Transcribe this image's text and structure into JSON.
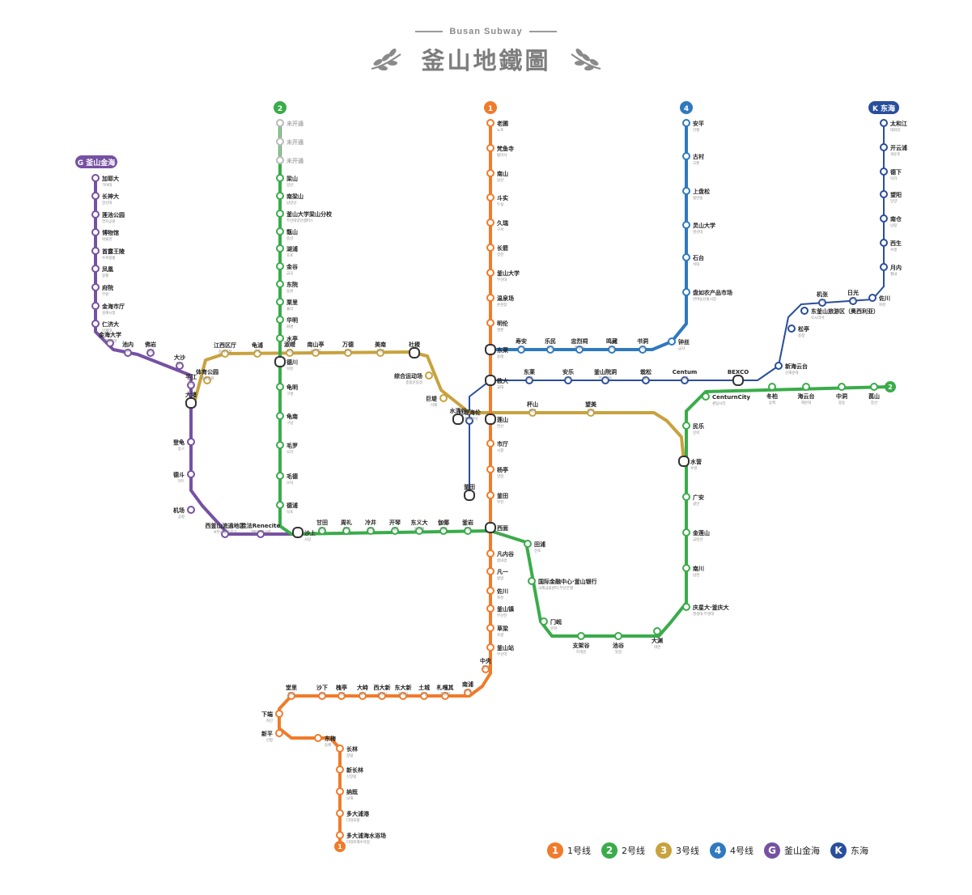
{
  "header": {
    "subtitle": "Busan Subway",
    "title": "釜山地鐵圖"
  },
  "colors": {
    "line1": "#f07b2b",
    "line2": "#3aac4a",
    "line3": "#c8a23e",
    "line4": "#2f79bf",
    "gimhae": "#7651a3",
    "donghae": "#2a4e9c",
    "unopened": "#bbbbbb"
  },
  "lines": [
    {
      "key": "line2",
      "badge": "2"
    },
    {
      "key": "line1",
      "badge": "1"
    },
    {
      "key": "line4",
      "badge": "4"
    },
    {
      "key": "donghae",
      "badge": "K 东海"
    },
    {
      "key": "gimhae",
      "badge": "G 釜山金海"
    }
  ],
  "stations": {
    "line1": [
      {
        "name": "老圃",
        "sub": "노포"
      },
      {
        "name": "梵鱼寺",
        "sub": "범어사"
      },
      {
        "name": "南山",
        "sub": "남산"
      },
      {
        "name": "斗实",
        "sub": "두실"
      },
      {
        "name": "久瑞",
        "sub": "구서"
      },
      {
        "name": "长箭",
        "sub": "장전"
      },
      {
        "name": "釜山大学",
        "sub": "부산대"
      },
      {
        "name": "温泉场",
        "sub": "온천장"
      },
      {
        "name": "明伦",
        "sub": "명륜"
      },
      {
        "name": "东莱",
        "sub": "동래"
      },
      {
        "name": "教大",
        "sub": "교대"
      },
      {
        "name": "莲山",
        "sub": "연산"
      },
      {
        "name": "市厅",
        "sub": "시청"
      },
      {
        "name": "杨亭",
        "sub": "양정"
      },
      {
        "name": "釜田",
        "sub": "부전"
      },
      {
        "name": "西面",
        "sub": "서면"
      },
      {
        "name": "凡内谷",
        "sub": "범내골"
      },
      {
        "name": "凡一",
        "sub": "범일"
      },
      {
        "name": "佐川",
        "sub": "좌천"
      },
      {
        "name": "釜山镇",
        "sub": "부산진"
      },
      {
        "name": "草梁",
        "sub": "초량"
      },
      {
        "name": "釜山站",
        "sub": "부산역"
      },
      {
        "name": "中央",
        "sub": "중앙"
      },
      {
        "name": "南浦",
        "sub": "남포"
      },
      {
        "name": "札嘎其",
        "sub": "자갈치"
      },
      {
        "name": "土城",
        "sub": "토성"
      },
      {
        "name": "东大新",
        "sub": "동대신"
      },
      {
        "name": "西大新",
        "sub": "서대신"
      },
      {
        "name": "大峙",
        "sub": "대티"
      },
      {
        "name": "槐亭",
        "sub": "괴정"
      },
      {
        "name": "沙下",
        "sub": "사하"
      },
      {
        "name": "堂里",
        "sub": "당리"
      },
      {
        "name": "下端",
        "sub": "하단"
      },
      {
        "name": "新平",
        "sub": "신평"
      },
      {
        "name": "东梅",
        "sub": "동매"
      },
      {
        "name": "长林",
        "sub": "장림"
      },
      {
        "name": "新长林",
        "sub": "신장림"
      },
      {
        "name": "纳既",
        "sub": "낫개"
      },
      {
        "name": "多大浦港",
        "sub": "다대포항"
      },
      {
        "name": "多大浦海水浴场",
        "sub": "다대포해수욕장"
      }
    ],
    "line2": [
      {
        "name": "未开通",
        "sub": ""
      },
      {
        "name": "未开通",
        "sub": ""
      },
      {
        "name": "未开通",
        "sub": ""
      },
      {
        "name": "梁山",
        "sub": "양산"
      },
      {
        "name": "南梁山",
        "sub": "남양산"
      },
      {
        "name": "釜山大学梁山分校",
        "sub": "부산대양산캠퍼스"
      },
      {
        "name": "甑山",
        "sub": "증산"
      },
      {
        "name": "湖浦",
        "sub": "호포"
      },
      {
        "name": "金谷",
        "sub": "금곡"
      },
      {
        "name": "东院",
        "sub": "동원"
      },
      {
        "name": "栗里",
        "sub": "율리"
      },
      {
        "name": "华明",
        "sub": "화명"
      },
      {
        "name": "水亭",
        "sub": "수정"
      },
      {
        "name": "德川",
        "sub": "덕천"
      },
      {
        "name": "龟明",
        "sub": "구명"
      },
      {
        "name": "龟南",
        "sub": "구남"
      },
      {
        "name": "毛罗",
        "sub": "모라"
      },
      {
        "name": "毛德",
        "sub": "모덕"
      },
      {
        "name": "德浦",
        "sub": "덕포"
      },
      {
        "name": "沙上",
        "sub": "사상"
      },
      {
        "name": "甘田",
        "sub": "감전"
      },
      {
        "name": "周礼",
        "sub": "주례"
      },
      {
        "name": "冷井",
        "sub": "냉정"
      },
      {
        "name": "开琴",
        "sub": "개금"
      },
      {
        "name": "东义大",
        "sub": "동의대"
      },
      {
        "name": "伽倻",
        "sub": "가야"
      },
      {
        "name": "釜岩",
        "sub": "부암"
      },
      {
        "name": "田浦",
        "sub": "전포"
      },
      {
        "name": "国际金融中心·釜山银行",
        "sub": "국제금융센터·부산은행"
      },
      {
        "name": "门岘",
        "sub": "문현"
      },
      {
        "name": "支架谷",
        "sub": "지게골"
      },
      {
        "name": "池谷",
        "sub": "못골"
      },
      {
        "name": "大渊",
        "sub": "대연"
      },
      {
        "name": "庆星大·釜庆大",
        "sub": "경성대·부경대"
      },
      {
        "name": "南川",
        "sub": "남천"
      },
      {
        "name": "金莲山",
        "sub": "금련산"
      },
      {
        "name": "广安",
        "sub": "광안"
      },
      {
        "name": "水营",
        "sub": "수영"
      },
      {
        "name": "民乐",
        "sub": "민락"
      },
      {
        "name": "CenturnCity",
        "sub": "센텀시티"
      },
      {
        "name": "冬柏",
        "sub": "동백"
      },
      {
        "name": "海云台",
        "sub": "해운대"
      },
      {
        "name": "中洞",
        "sub": "중동"
      },
      {
        "name": "萇山",
        "sub": "장산"
      }
    ],
    "line3": [
      {
        "name": "江西区厅",
        "sub": "강서구청"
      },
      {
        "name": "体育公园",
        "sub": "체육공원"
      },
      {
        "name": "龟浦",
        "sub": "구포"
      },
      {
        "name": "淑嶝",
        "sub": "숙등"
      },
      {
        "name": "南山亭",
        "sub": "남산정"
      },
      {
        "name": "万德",
        "sub": "만덕"
      },
      {
        "name": "美南",
        "sub": "미남"
      },
      {
        "name": "社稷",
        "sub": "사직"
      },
      {
        "name": "综合运动场",
        "sub": "종합운동장"
      },
      {
        "name": "巨堤",
        "sub": "거제"
      },
      {
        "name": "水清谷",
        "sub": "물만골"
      },
      {
        "name": "杯山",
        "sub": "배산"
      },
      {
        "name": "望美",
        "sub": "망미"
      }
    ],
    "line4": [
      {
        "name": "安平",
        "sub": "안평"
      },
      {
        "name": "古村",
        "sub": "고촌"
      },
      {
        "name": "上盘松",
        "sub": "윗반송"
      },
      {
        "name": "灵山大学",
        "sub": "영산대"
      },
      {
        "name": "石台",
        "sub": "석대"
      },
      {
        "name": "盘如农产品市场",
        "sub": "반여농산물시장"
      },
      {
        "name": "钟丝",
        "sub": "금사"
      },
      {
        "name": "书洞",
        "sub": "서동"
      },
      {
        "name": "鸣藏",
        "sub": "명장"
      },
      {
        "name": "忠烈祠",
        "sub": "충렬사"
      },
      {
        "name": "乐民",
        "sub": "낙민"
      },
      {
        "name": "寿安",
        "sub": "수안"
      }
    ],
    "gimhae": [
      {
        "name": "加耶大",
        "sub": "가야대"
      },
      {
        "name": "长神大",
        "sub": "장신대"
      },
      {
        "name": "莲池公园",
        "sub": "연지공원"
      },
      {
        "name": "博物馆",
        "sub": "박물관"
      },
      {
        "name": "首露王陵",
        "sub": "수로왕릉"
      },
      {
        "name": "凤凰",
        "sub": "봉황"
      },
      {
        "name": "府院",
        "sub": "부원"
      },
      {
        "name": "金海市厅",
        "sub": "김해시청"
      },
      {
        "name": "仁济大",
        "sub": "인제대"
      },
      {
        "name": "金海大学",
        "sub": "김해대학"
      },
      {
        "name": "池内",
        "sub": "지내"
      },
      {
        "name": "佛岩",
        "sub": "불암"
      },
      {
        "name": "大沙",
        "sub": "대사"
      },
      {
        "name": "平江",
        "sub": "평강"
      },
      {
        "name": "大渚",
        "sub": "대저"
      },
      {
        "name": "登龟",
        "sub": "등구"
      },
      {
        "name": "德斗",
        "sub": "덕두"
      },
      {
        "name": "机场",
        "sub": "공항"
      },
      {
        "name": "西釜山流通地区",
        "sub": "서부산유통지구"
      },
      {
        "name": "挂法Renecite",
        "sub": "괘법르네시떼"
      }
    ],
    "donghae": [
      {
        "name": "太和江",
        "sub": "태화강"
      },
      {
        "name": "开云浦",
        "sub": "개운포"
      },
      {
        "name": "德下",
        "sub": "덕하"
      },
      {
        "name": "望阳",
        "sub": "망양"
      },
      {
        "name": "南仓",
        "sub": "남창"
      },
      {
        "name": "西生",
        "sub": "서생"
      },
      {
        "name": "月内",
        "sub": "월내"
      },
      {
        "name": "佐川",
        "sub": "좌천"
      },
      {
        "name": "日光",
        "sub": "일광"
      },
      {
        "name": "机张",
        "sub": "기장"
      },
      {
        "name": "东釜山旅游区（奥西利亚）",
        "sub": "오시리아"
      },
      {
        "name": "松亭",
        "sub": "송정"
      },
      {
        "name": "新海云台",
        "sub": "신해운대"
      },
      {
        "name": "BEXCO",
        "sub": "벡스코"
      },
      {
        "name": "Centum",
        "sub": "센텀"
      },
      {
        "name": "栽松",
        "sub": "재송"
      },
      {
        "name": "釜山院洞",
        "sub": "부산원동"
      },
      {
        "name": "安乐",
        "sub": "안락"
      },
      {
        "name": "东莱",
        "sub": "동래"
      },
      {
        "name": "巨堤海伦",
        "sub": "거제해맞이"
      },
      {
        "name": "釜田",
        "sub": "부전"
      }
    ]
  },
  "legend": [
    {
      "num": "1",
      "label": "1号线",
      "color": "#f07b2b"
    },
    {
      "num": "2",
      "label": "2号线",
      "color": "#3aac4a"
    },
    {
      "num": "3",
      "label": "3号线",
      "color": "#c8a23e"
    },
    {
      "num": "4",
      "label": "4号线",
      "color": "#2f79bf"
    },
    {
      "num": "G",
      "label": "釜山金海",
      "color": "#7651a3"
    },
    {
      "num": "K",
      "label": "东海",
      "color": "#2a4e9c"
    }
  ]
}
